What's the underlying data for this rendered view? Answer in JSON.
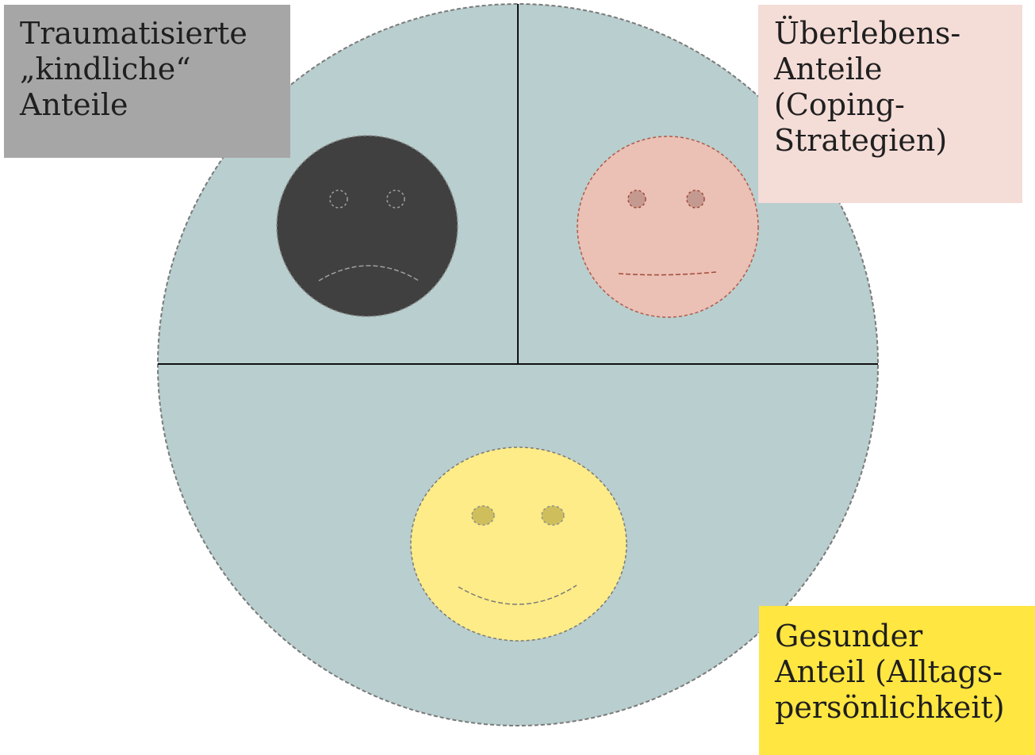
{
  "colors": {
    "circle_fill": "#b9cece",
    "circle_stroke": "#7a7a7a",
    "divider": "#111111",
    "trauma_box": "#a6a6a6",
    "survival_box": "#f4dcd7",
    "healthy_box": "#ffe641",
    "sad_face": "#404040",
    "neutral_face": "#ebc0b5",
    "happy_face": "#fdec87"
  },
  "labels": {
    "trauma": [
      "Traumatisierte",
      "„kindliche“",
      "Anteile"
    ],
    "survival": [
      "Überlebens-",
      "Anteile",
      "(Coping-",
      "Strategien)"
    ],
    "healthy": [
      "Gesunder",
      "Anteil (Alltags-",
      "persönlichkeit)"
    ]
  },
  "faces": {
    "trauma": "sad-face-icon",
    "survival": "neutral-face-icon",
    "healthy": "happy-face-icon"
  }
}
